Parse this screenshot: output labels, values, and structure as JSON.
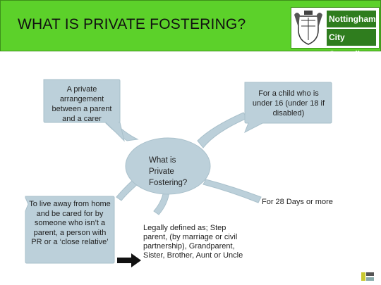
{
  "header": {
    "title": "WHAT IS PRIVATE FOSTERING?",
    "logo_line1": "Nottingham",
    "logo_line2": "City Council"
  },
  "center": {
    "text": "What is Private Fostering?"
  },
  "bubbles": {
    "top_left": "A private arrangement between a parent and a carer",
    "top_right": "For a child who is under 16 (under 18 if disabled)",
    "bottom_left": "To live away from home and be cared for by someone who isn’t a parent, a person with PR or a ‘close relative’"
  },
  "notes": {
    "days": "For 28 Days or more",
    "legal": "Legally defined as; Step parent, (by marriage or civil partnership), Grandparent, Sister, Brother, Aunt or Uncle"
  },
  "colors": {
    "header_green": "#5cd12a",
    "logo_green": "#2f7d1e",
    "bubble_fill": "#bcd0da",
    "bubble_stroke": "#a9c0cb"
  }
}
